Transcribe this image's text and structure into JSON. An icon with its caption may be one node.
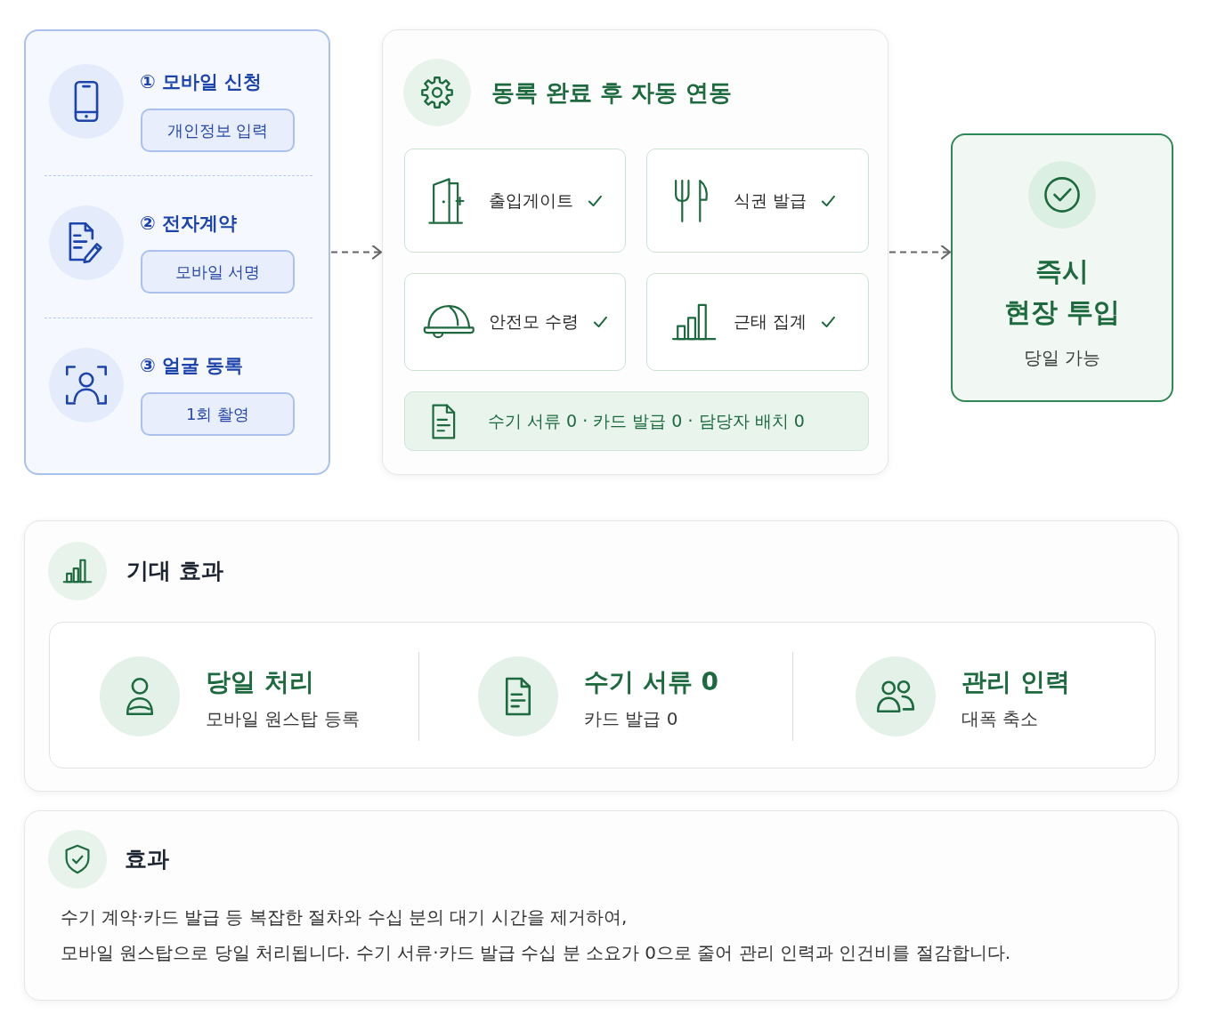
{
  "diagram": {
    "nodes": [
      {
        "text": [],
        "shape": "box"
      },
      {
        "text": [
          "① 모바일 신청",
          "개인정보 입력"
        ],
        "in": 0
      },
      {
        "text": [
          "② 전자계약",
          "모바일 서명"
        ],
        "in": 0
      },
      {
        "text": [
          "③ 얼굴 동록",
          "1회 촬영"
        ],
        "in": 0
      },
      {
        "text": [
          "동록 완료 후 자동 연동"
        ]
      },
      {
        "text": [
          "출입게이트"
        ],
        "in": 4
      },
      {
        "text": [
          "식권 발급"
        ],
        "in": 4
      },
      {
        "text": [
          "안전모 수령"
        ],
        "in": 4
      },
      {
        "text": [
          "근태 집계"
        ],
        "in": 4
      },
      {
        "text": [
          "수기 서류 0 · 카드 발급 0 · 담당자 배치 0"
        ],
        "in": 4
      },
      {
        "text": [
          "즉시 현장 투입",
          "당일 가능"
        ]
      },
      {
        "text": [
          "기대 효과"
        ]
      },
      {
        "text": [
          "당일 처리",
          "모바일 원스탑 등록",
          "수기 서류 0",
          "카드 발급 0",
          "관리 인력",
          "대폭 축소"
        ],
        "in": 11
      },
      {
        "text": [
          "효과",
          "수기 계약·카드 발급 등 복잡한 절차와 수십 분의 대기 시간을 제거하여, 모바일 원스탑으로 당일 처리됩니다. 수기 서류·카드 발급 수십 분 소요가 0으로 줄어 관리 인력과 인건비를 절감합니다."
        ]
      }
    ],
    "edges": [
      {
        "from": 0,
        "to": 4,
        "arrow": "to",
        "style": "dashed"
      },
      {
        "from": 4,
        "to": 10,
        "arrow": "to",
        "style": "dashed"
      }
    ]
  }
}
